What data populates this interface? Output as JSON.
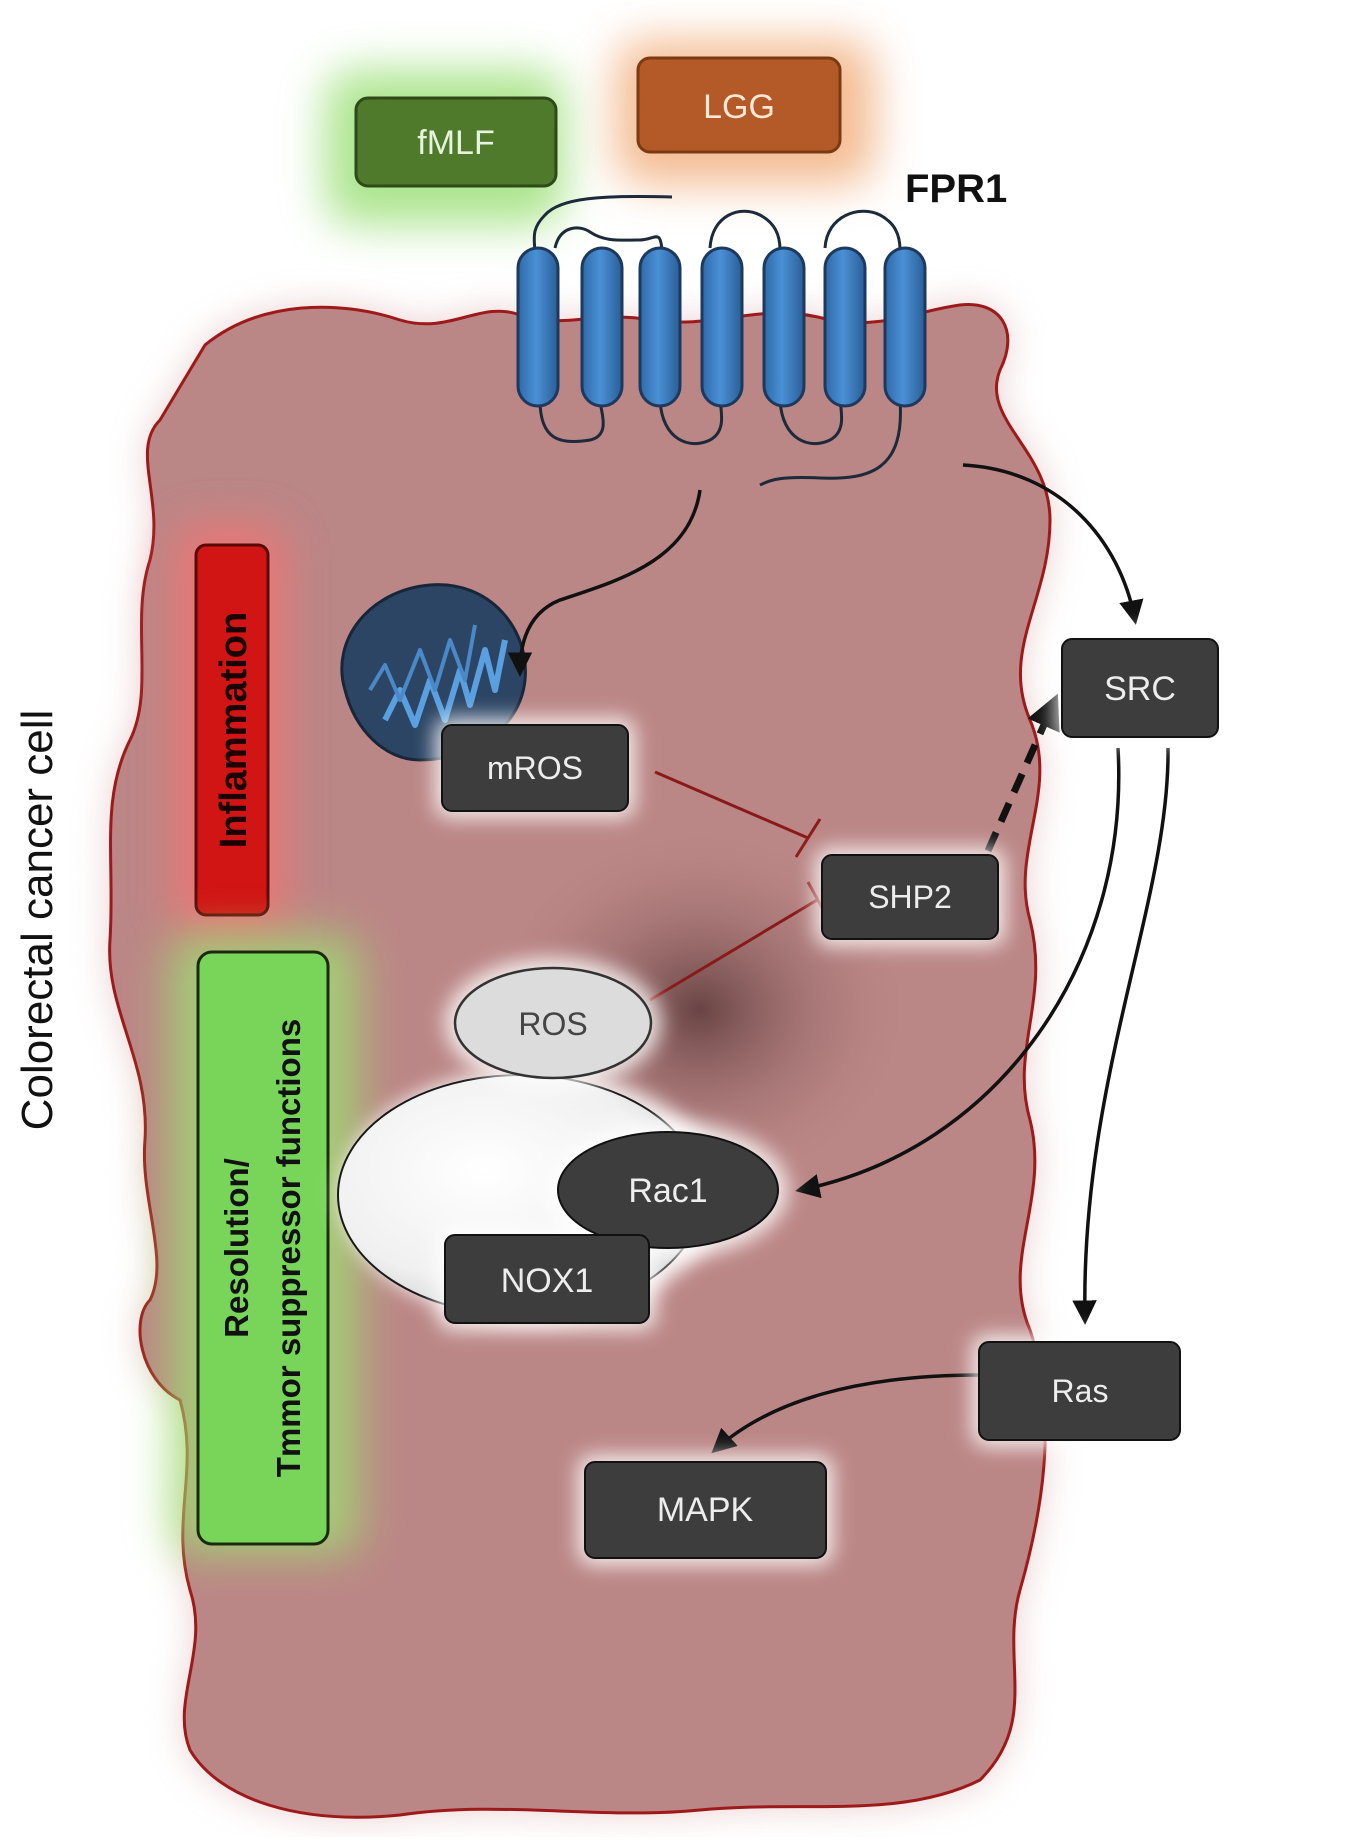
{
  "receptor": {
    "label": "FPR1"
  },
  "ligands": {
    "fmlf": "fMLF",
    "lgg": "LGG"
  },
  "cell": {
    "label": "Colorectal cancer cell"
  },
  "side_labels": {
    "inflammation": "Inflammation",
    "resolution_line1": "Resolution/",
    "resolution_line2": "Tmmor suppressor functions"
  },
  "nodes": {
    "mros": "mROS",
    "src": "SRC",
    "shp2": "SHP2",
    "ros": "ROS",
    "rac1": "Rac1",
    "nox1": "NOX1",
    "ras": "Ras",
    "mapk": "MAPK"
  },
  "colors": {
    "cell_fill": "#bb8686",
    "cell_border": "#9e1a1a",
    "receptor_blue": "#3a7dc0",
    "node_dark": "#3d3d3d",
    "fmlf_green": "#4f7a2c",
    "lgg_orange": "#b35a28",
    "inflammation_red": "#d11414",
    "resolution_green": "#79d55a",
    "inhibition_line": "#8a1a1a",
    "mitochondria_blue": "#2c4564"
  }
}
